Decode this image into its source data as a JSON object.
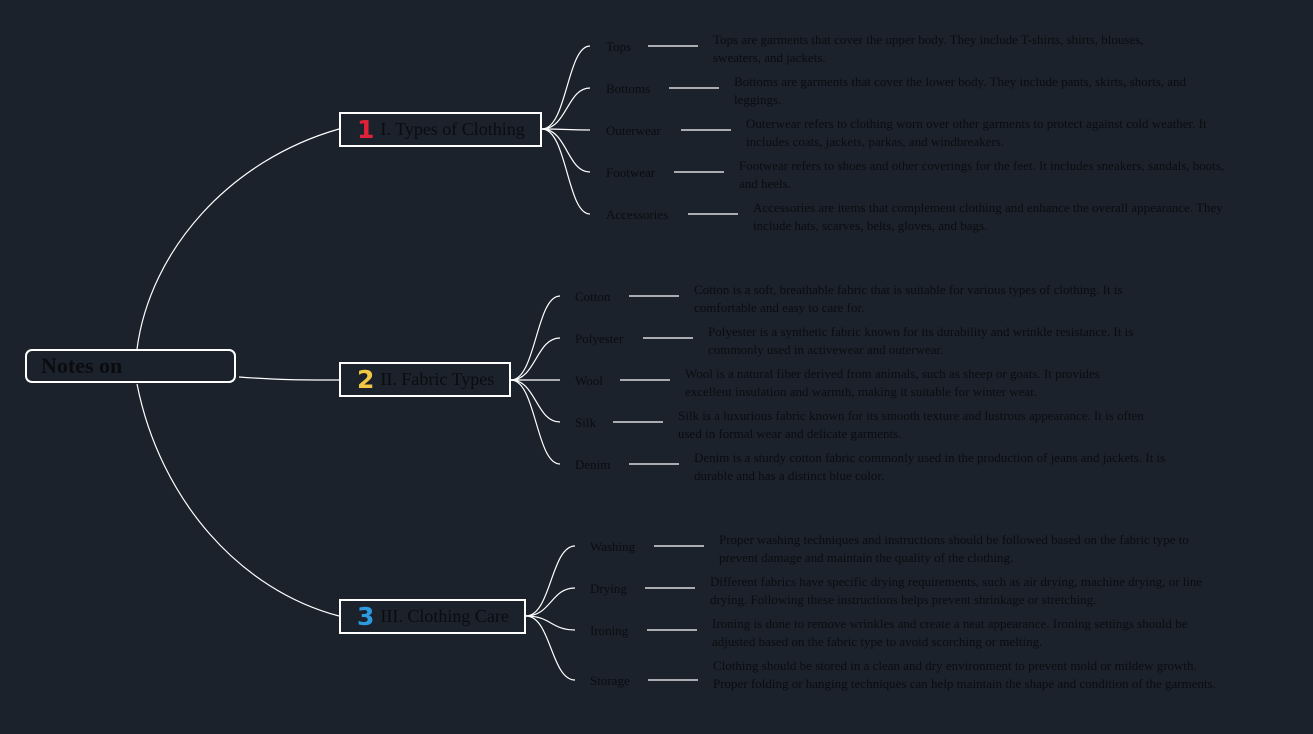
{
  "colors": {
    "background": "#1b222c",
    "line": "#ffffff",
    "text": "#0a0c10",
    "num1": "#e0213a",
    "num2": "#f2c744",
    "num3": "#2d9be0"
  },
  "root": {
    "label": "Notes on"
  },
  "branches": [
    {
      "number": "1",
      "label": "I. Types of Clothing",
      "items": [
        {
          "label": "Tops",
          "desc": "Tops are garments that cover the upper body. They include T-shirts, shirts, blouses, sweaters, and jackets."
        },
        {
          "label": "Bottoms",
          "desc": "Bottoms are garments that cover the lower body. They include pants, skirts, shorts, and leggings."
        },
        {
          "label": "Outerwear",
          "desc": "Outerwear refers to clothing worn over other garments to protect against cold weather. It includes coats, jackets, parkas, and windbreakers."
        },
        {
          "label": "Footwear",
          "desc": "Footwear refers to shoes and other coverings for the feet. It includes sneakers, sandals, boots, and heels."
        },
        {
          "label": "Accessories",
          "desc": "Accessories are items that complement clothing and enhance the overall appearance. They include hats, scarves, belts, gloves, and bags."
        }
      ]
    },
    {
      "number": "2",
      "label": "II. Fabric Types",
      "items": [
        {
          "label": "Cotton",
          "desc": "Cotton is a soft, breathable fabric that is suitable for various types of clothing. It is comfortable and easy to care for."
        },
        {
          "label": "Polyester",
          "desc": "Polyester is a synthetic fabric known for its durability and wrinkle resistance. It is commonly used in activewear and outerwear."
        },
        {
          "label": "Wool",
          "desc": "Wool is a natural fiber derived from animals, such as sheep or goats. It provides excellent insulation and warmth, making it suitable for winter wear."
        },
        {
          "label": "Silk",
          "desc": "Silk is a luxurious fabric known for its smooth texture and lustrous appearance. It is often used in formal wear and delicate garments."
        },
        {
          "label": "Denim",
          "desc": "Denim is a sturdy cotton fabric commonly used in the production of jeans and jackets. It is durable and has a distinct blue color."
        }
      ]
    },
    {
      "number": "3",
      "label": "III. Clothing Care",
      "items": [
        {
          "label": "Washing",
          "desc": "Proper washing techniques and instructions should be followed based on the fabric type to prevent damage and maintain the quality of the clothing."
        },
        {
          "label": "Drying",
          "desc": "Different fabrics have specific drying requirements, such as air drying, machine drying, or line drying. Following these instructions helps prevent shrinkage or stretching."
        },
        {
          "label": "Ironing",
          "desc": "Ironing is done to remove wrinkles and create a neat appearance. Ironing settings should be adjusted based on the fabric type to avoid scorching or melting."
        },
        {
          "label": "Storage",
          "desc": "Clothing should be stored in a clean and dry environment to prevent mold or mildew growth. Proper folding or hanging techniques can help maintain the shape and condition of the garments."
        }
      ]
    }
  ]
}
